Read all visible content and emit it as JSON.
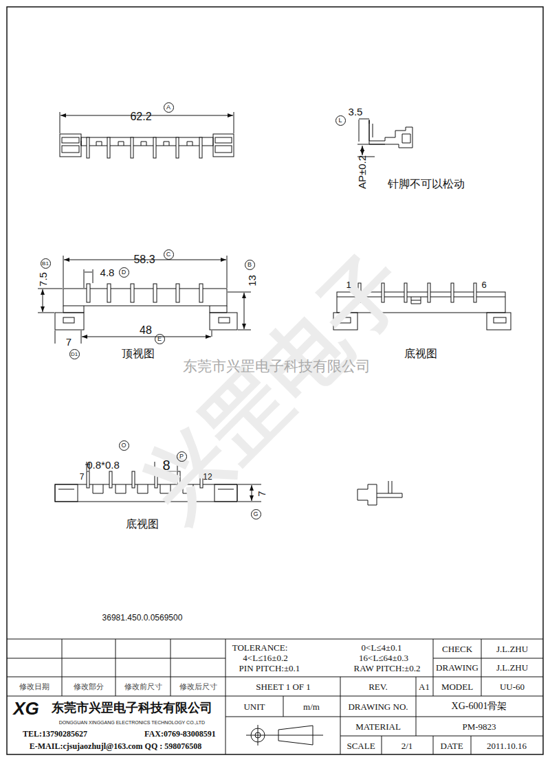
{
  "diagram": {
    "labels": [
      "兴罡电子",
      "东莞市兴罡电子科技有限公司",
      "62.2",
      "A",
      "3.5",
      "L",
      "AP±0.2",
      "针脚不可以松动",
      "B1",
      "7.5",
      "58.3",
      "C",
      "4.8",
      "D",
      "B",
      "13",
      "1",
      "6",
      "48",
      "E",
      "7",
      "D1",
      "顶视图",
      "底视图",
      "O",
      "0.8*0.8",
      "8",
      "P",
      "7",
      "12",
      "7",
      "G",
      "底视图",
      "36981.450.0.0569500",
      "TOLERANCE:",
      "0<L≤4±0.1",
      "CHECK",
      "J.L.ZHU",
      "4<L≤16±0.2",
      "16<L≤64±0.3",
      "DRAWING",
      "J.L.ZHU",
      "PIN PITCH:±0.1",
      "RAW PITCH:±0.2",
      "修改日期",
      "修改部分",
      "修改前尺寸",
      "修改后尺寸",
      "SHEET 1 OF 1",
      "REV.",
      "A1",
      "MODEL",
      "UU-60",
      "XG",
      "东莞市兴罡电子科技有限公司",
      "DONGGUAN XINGGANG ELECTRONICS TECHNOLOGY CO.,LTD",
      "UNIT",
      "m/m",
      "DRAWING NO.",
      "XG-6001骨架",
      "TEL:13790285627",
      "FAX:0769-83008591",
      "E-MAIL:cjsujaozhujl@163.com QQ : 598076508",
      "MATERIAL",
      "PM-9823",
      "SCALE",
      "2/1",
      "DATE",
      "2011.10.16"
    ]
  }
}
